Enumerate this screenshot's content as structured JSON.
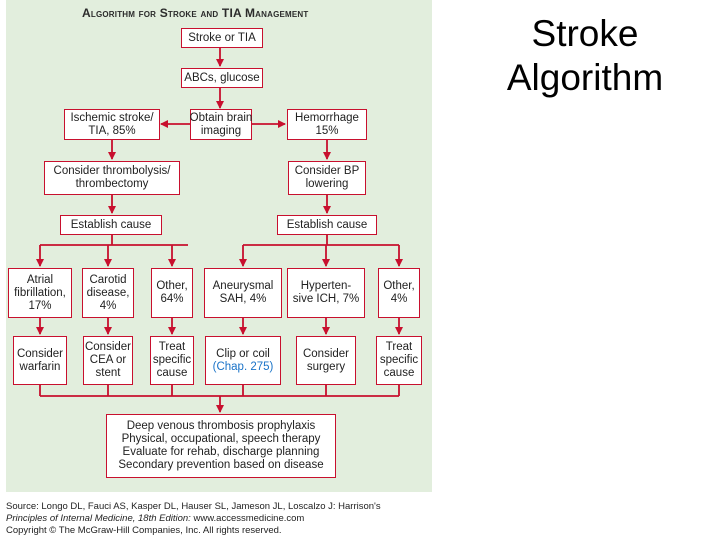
{
  "slide": {
    "title_line1": "Stroke",
    "title_line2": "Algorithm"
  },
  "figure": {
    "title_prefix_a": "A",
    "title_rest_a": "lgorithm for ",
    "title_prefix_b": "S",
    "title_rest_b": "troke and ",
    "title_prefix_c": "TIA M",
    "title_rest_c": "anagement",
    "boxes": {
      "stroke_tia": "Stroke or TIA",
      "abcs": "ABCs, glucose",
      "ischemic_l1": "Ischemic stroke/",
      "ischemic_l2": "TIA, 85%",
      "imaging_l1": "Obtain brain",
      "imaging_l2": "imaging",
      "hemorrhage_l1": "Hemorrhage",
      "hemorrhage_l2": "15%",
      "thrombolysis_l1": "Consider thrombolysis/",
      "thrombolysis_l2": "thrombectomy",
      "bp_l1": "Consider BP",
      "bp_l2": "lowering",
      "cause_left": "Establish cause",
      "cause_right": "Establish cause",
      "afib_l1": "Atrial",
      "afib_l2": "fibrillation,",
      "afib_l3": "17%",
      "carotid_l1": "Carotid",
      "carotid_l2": "disease,",
      "carotid_l3": "4%",
      "other1_l1": "Other,",
      "other1_l2": "64%",
      "aneurysmal_l1": "Aneurysmal",
      "aneurysmal_l2": "SAH, 4%",
      "hypertensive_l1": "Hyperten-",
      "hypertensive_l2": "sive ICH, 7%",
      "other2_l1": "Other,",
      "other2_l2": "4%",
      "warfarin_l1": "Consider",
      "warfarin_l2": "warfarin",
      "cea_l1": "Consider",
      "cea_l2": "CEA or",
      "cea_l3": "stent",
      "treat1_l1": "Treat",
      "treat1_l2": "specific",
      "treat1_l3": "cause",
      "clip_l1": "Clip or coil",
      "clip_ref": "(Chap. 275)",
      "surgery_l1": "Consider",
      "surgery_l2": "surgery",
      "treat2_l1": "Treat",
      "treat2_l2": "specific",
      "treat2_l3": "cause",
      "final_l1": "Deep venous thrombosis prophylaxis",
      "final_l2": "Physical, occupational, speech therapy",
      "final_l3": "Evaluate for rehab, discharge planning",
      "final_l4": "Secondary prevention based on disease"
    }
  },
  "source": {
    "line1": "Source: Longo DL, Fauci AS, Kasper DL, Hauser SL, Jameson JL, Loscalzo J: Harrison's",
    "line2_italic": "Principles of Internal Medicine, 18th Edition:",
    "line2_rest": " www.accessmedicine.com",
    "line3": "Copyright © The McGraw-Hill Companies, Inc. All rights reserved."
  },
  "colors": {
    "figure_bg": "#e2eedd",
    "arrow": "#c8102e",
    "reference_link": "#1a73c8"
  }
}
